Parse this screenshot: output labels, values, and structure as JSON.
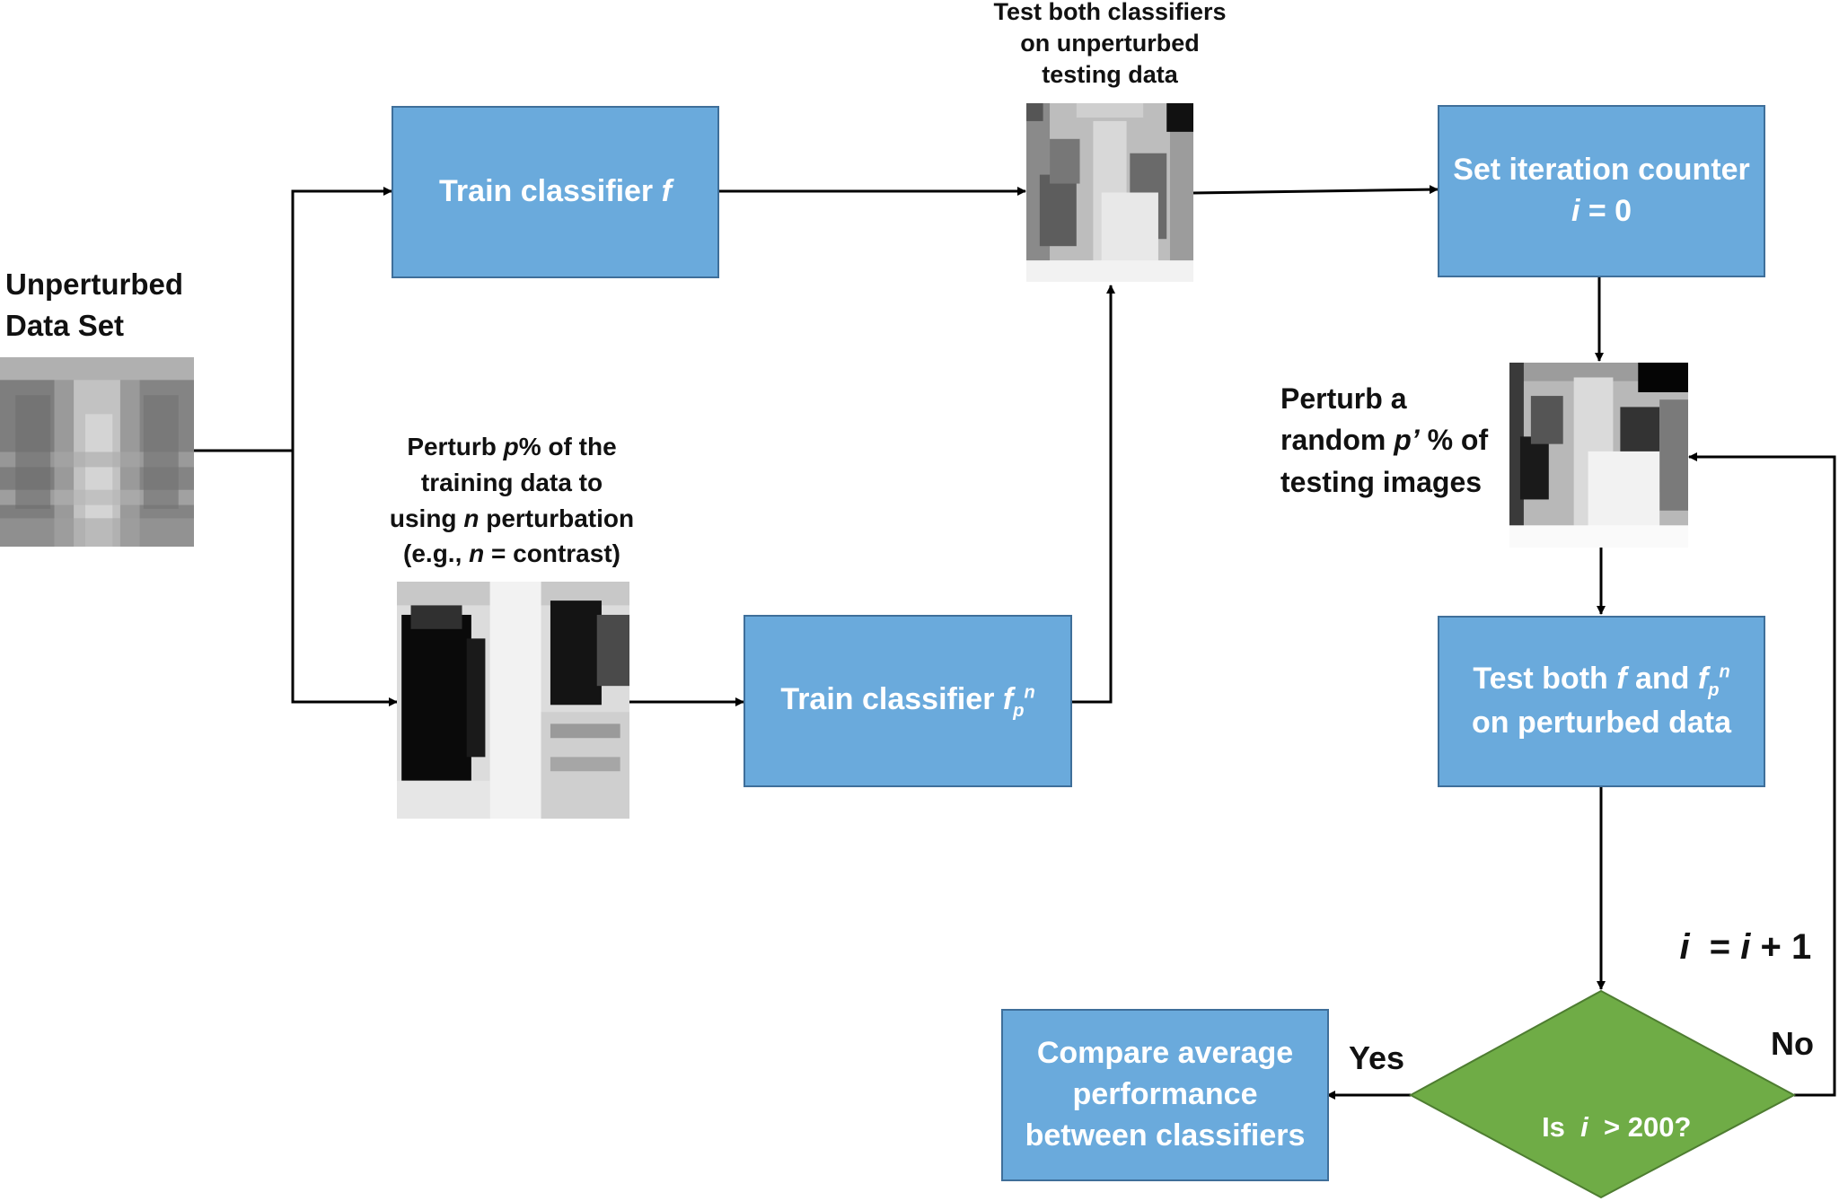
{
  "labels": {
    "unperturbed_title_line1": "Unperturbed",
    "unperturbed_title_line2": "Data Set",
    "test_unperturbed_line1": "Test both classifiers",
    "test_unperturbed_line2": "on unperturbed",
    "test_unperturbed_line3": "testing data",
    "perturb_train_line1_a": "Perturb ",
    "perturb_train_line1_var": "p",
    "perturb_train_line1_b": "% of the",
    "perturb_train_line2": "training data to",
    "perturb_train_line3_a": "using ",
    "perturb_train_line3_var": "n",
    "perturb_train_line3_b": " perturbation",
    "perturb_train_line4_a": "(e.g., ",
    "perturb_train_line4_var": "n",
    "perturb_train_line4_b": " = contrast)",
    "perturb_test_line1": "Perturb a",
    "perturb_test_line2_a": "random ",
    "perturb_test_line2_var": "p’",
    "perturb_test_line2_b": " % of",
    "perturb_test_line3": "testing images",
    "increment_var1": "i",
    "increment_eq": "  = ",
    "increment_var2": "i",
    "increment_tail": " + 1",
    "yes": "Yes",
    "no": "No"
  },
  "boxes": {
    "train_f_text": "Train classifier ",
    "train_f_var": "f",
    "train_fpn_text": "Train classifier ",
    "train_fpn_var": "f",
    "train_fpn_sub": "p",
    "train_fpn_sup": "n",
    "set_counter_line1": "Set iteration counter",
    "set_counter_var": "i",
    "set_counter_line2": " = 0",
    "test_both_a": "Test both ",
    "test_both_var1": "f",
    "test_both_b": " and ",
    "test_both_var2": "f",
    "test_both_sub": "p",
    "test_both_sup": "n",
    "test_both_line2": "on perturbed data",
    "compare_line1": "Compare average",
    "compare_line2": "performance",
    "compare_line3": "between classifiers"
  },
  "decision": {
    "text_a": "Is  ",
    "var": "i",
    "text_b": "  > 200?"
  },
  "colors": {
    "process_box": "#6aaadc",
    "process_border": "#3f6f9a",
    "decision": "#6fac46",
    "decision_border": "#4e7d31",
    "arrow": "#000000"
  }
}
